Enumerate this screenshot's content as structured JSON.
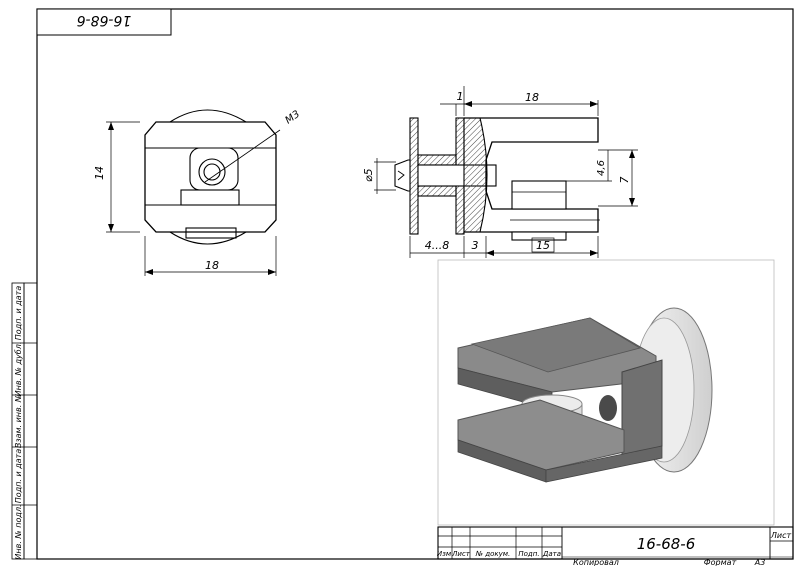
{
  "drawing": {
    "number": "16-68-6",
    "number_mirrored": "16-68-6",
    "sheet_label": "Лист",
    "copied_label": "Копировал",
    "format_label": "Формат",
    "format_value": "А3",
    "title_block_headers": [
      "Изм",
      "Лист",
      "№ докум.",
      "Подп.",
      "Дата"
    ],
    "side_stamp_labels": [
      "Подп. и дата",
      "Инв. № дубл.",
      "Взам. инв. №",
      "Подп. и дата",
      "Инв. № подл."
    ]
  },
  "dimensions": {
    "front_view": {
      "height": "14",
      "width": "18",
      "thread": "M3"
    },
    "side_view": {
      "top_dim_small": "1",
      "top_dim_large": "18",
      "diameter": "⌀5",
      "gap_inner": "4,6",
      "gap_outer": "7",
      "bottom_left": "4...8",
      "bottom_mid": "3",
      "bottom_right": "15"
    }
  },
  "colors": {
    "line": "#000000",
    "hatch": "#444444",
    "model_dark": "#6e6e6e",
    "model_mid": "#8a8a8a",
    "model_light": "#b4b4b4",
    "glass": "#e8e8e8"
  }
}
